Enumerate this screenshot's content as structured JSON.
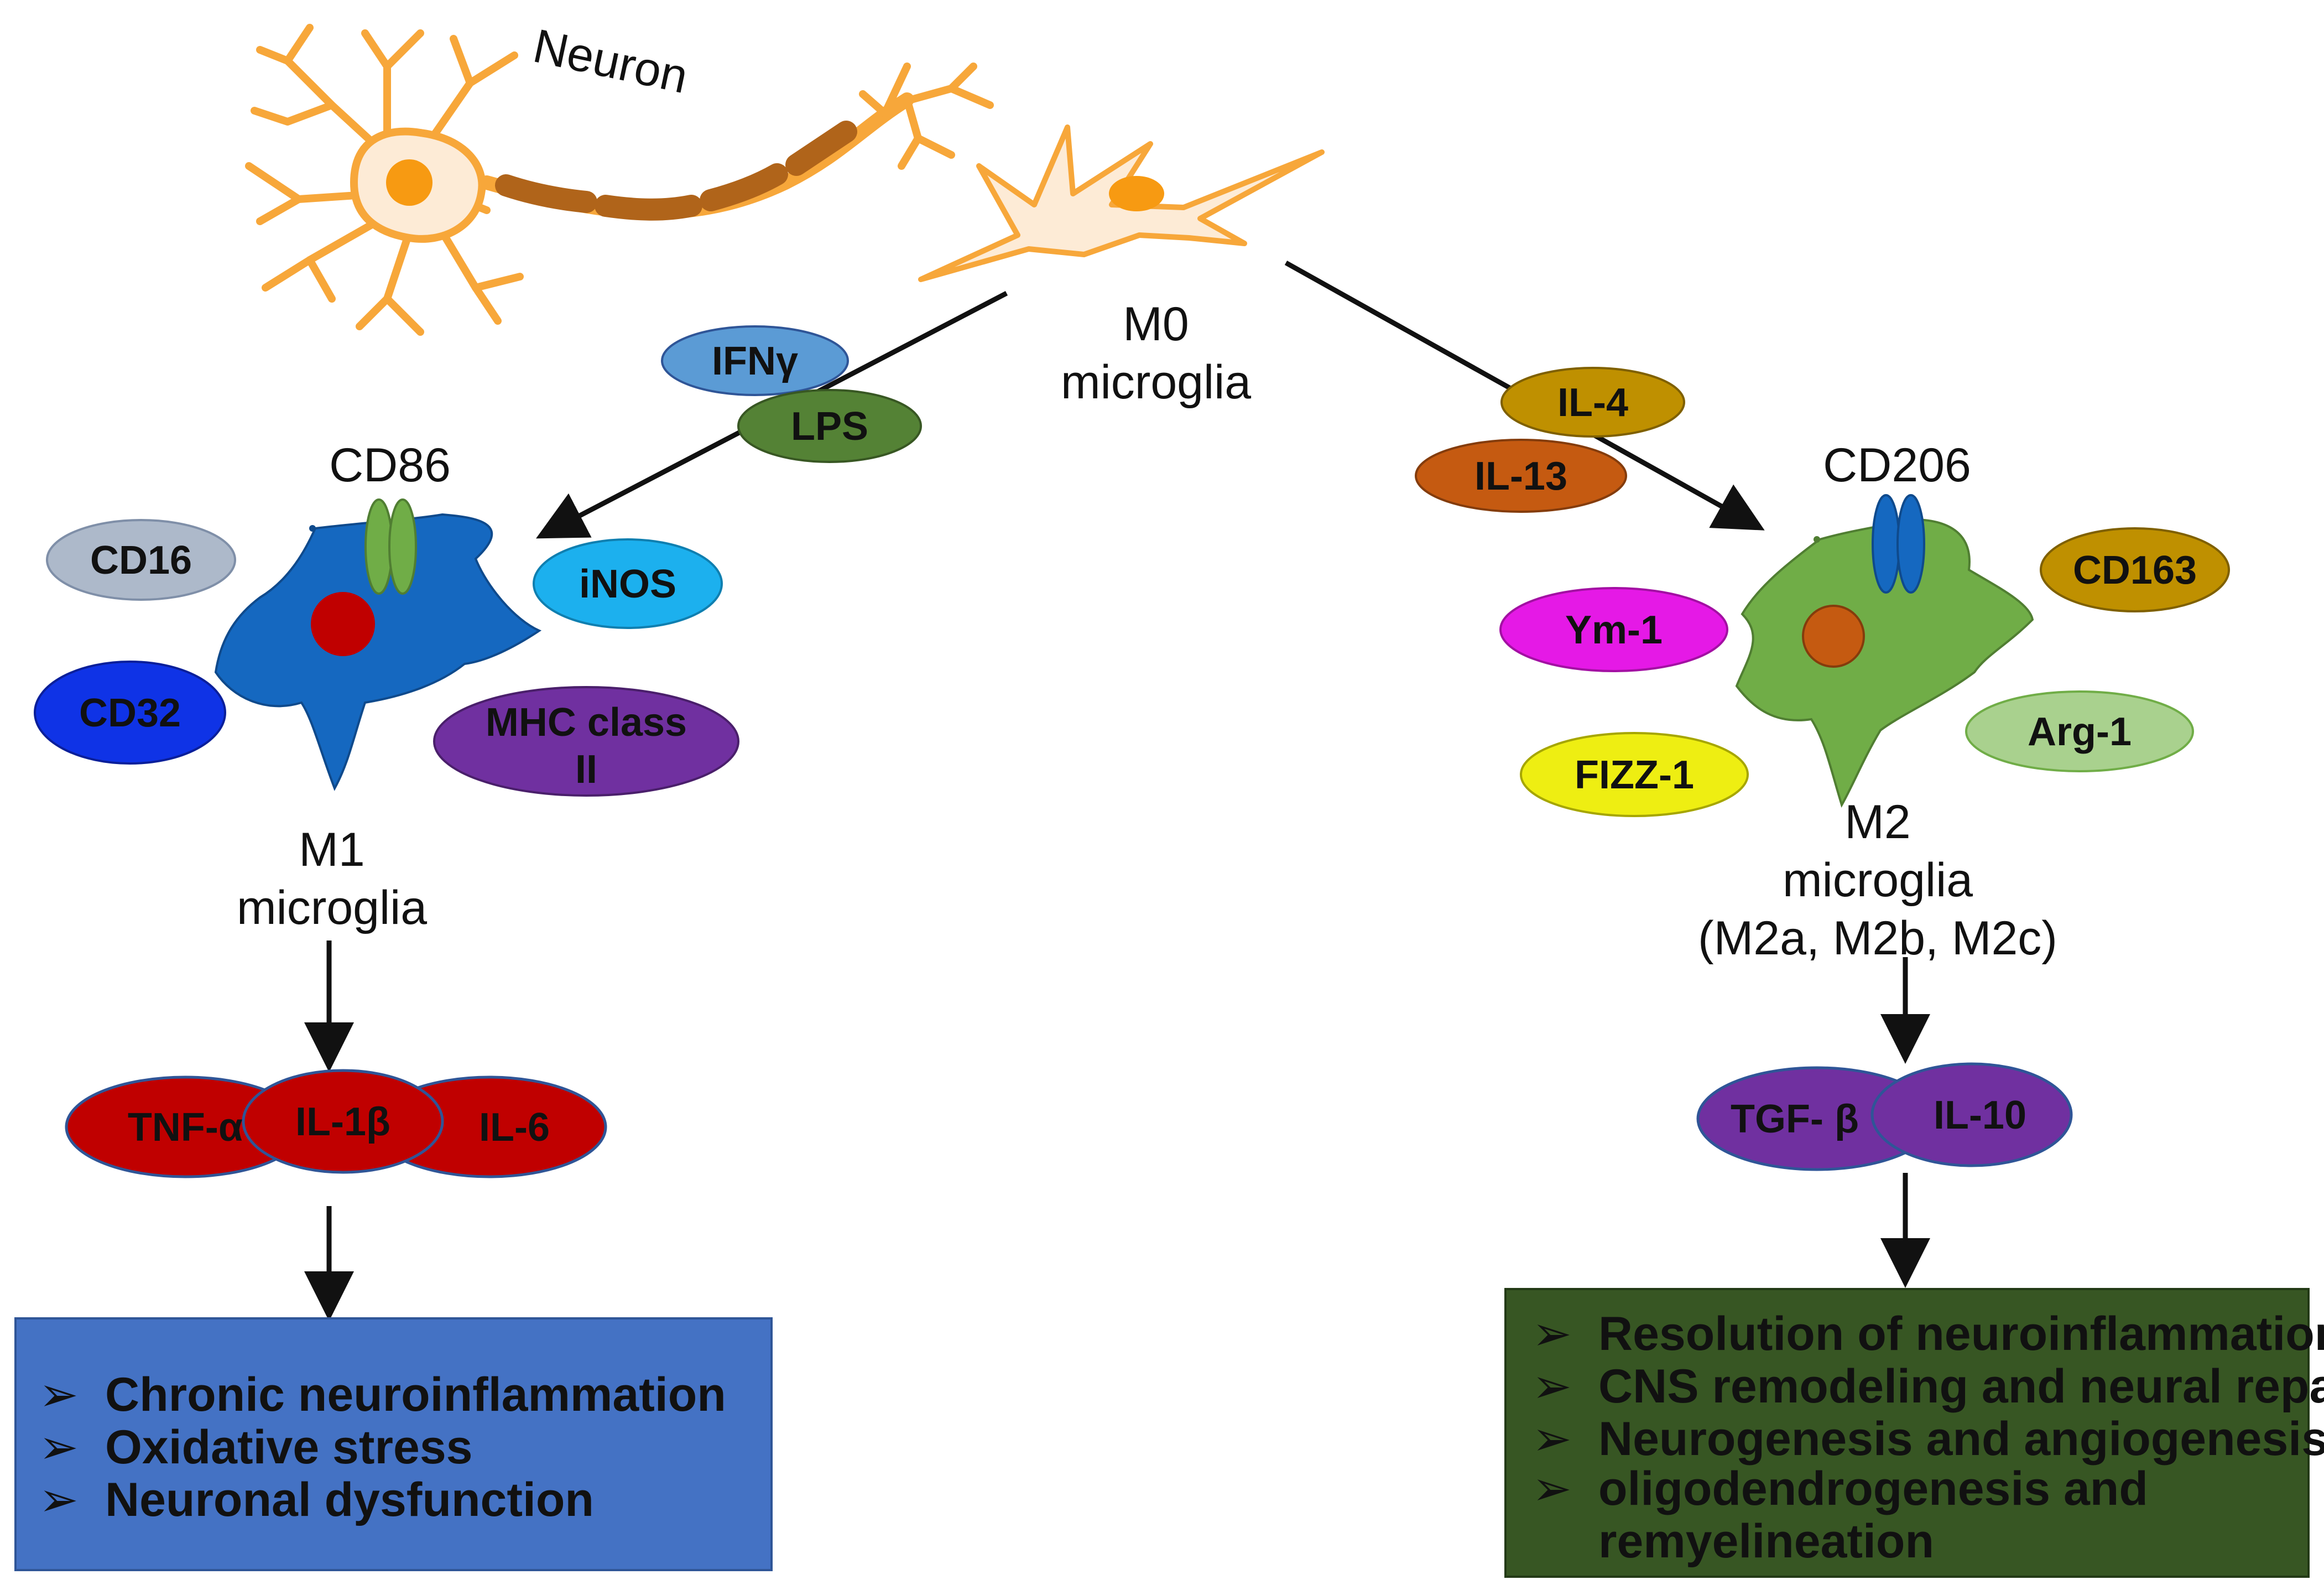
{
  "colors": {
    "neuron_orange": "#F7A73A",
    "neuron_fill": "#FDEBD6",
    "myelin_brown": "#B0641A",
    "m1_cell": "#1568C0",
    "m1_nucleus": "#C00000",
    "m2_cell": "#70AD47",
    "m2_nucleus": "#C55A11",
    "box_m1": "#4472C4",
    "box_m2": "#375623"
  },
  "neuron": {
    "label": "Neuron",
    "icon": "neuron-icon"
  },
  "m0": {
    "label_line1": "M0",
    "label_line2": "microglia",
    "icon": "resting-microglia-icon"
  },
  "m1": {
    "label_line1": "M1",
    "label_line2": "microglia",
    "stimuli": [
      "IFNγ",
      "LPS"
    ],
    "receptor_label": "CD86",
    "markers": {
      "cd16": "CD16",
      "cd32": "CD32",
      "inos": "iNOS",
      "mhc_line1": "MHC class",
      "mhc_line2": "II"
    },
    "cytokines": [
      "TNF-α",
      "IL-1β",
      "IL-6"
    ],
    "outcomes": [
      "Chronic neuroinflammation",
      "Oxidative stress",
      "Neuronal dysfunction"
    ]
  },
  "m2": {
    "label_line1": "M2",
    "label_line2": "microglia",
    "label_line3": "(M2a, M2b, M2c)",
    "stimuli": [
      "IL-4",
      "IL-13"
    ],
    "receptor_label": "CD206",
    "markers": {
      "cd163": "CD163",
      "ym1": "Ym-1",
      "arg1": "Arg-1",
      "fizz1": "FIZZ-1"
    },
    "cytokines": [
      "TGF- β",
      "IL-10"
    ],
    "outcomes": [
      "Resolution of neuroinflammation",
      "CNS remodeling and neural repair",
      "Neurogenesis and angiogenesis",
      "oligodendrogenesis and",
      "remyelineation"
    ]
  },
  "bullet_symbol": "➢"
}
